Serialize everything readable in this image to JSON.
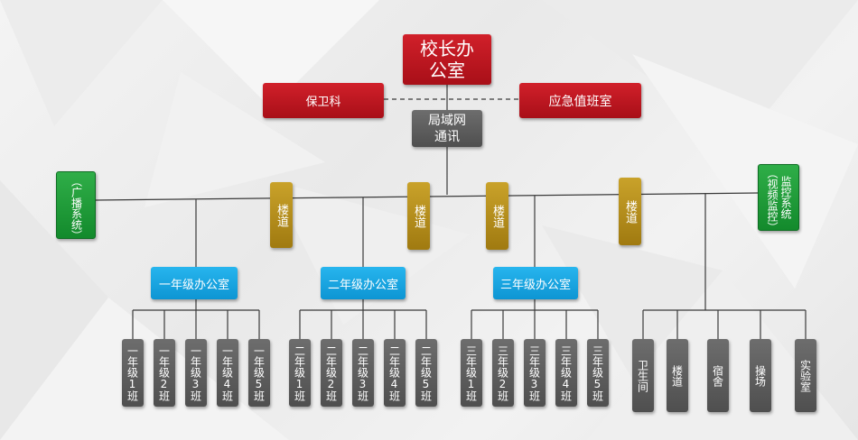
{
  "principal": "校长办公室",
  "security": "保卫科",
  "duty": "应急值班室",
  "network": "局域网通讯",
  "broadcast": "（广播系统）",
  "monitor": "监控系统（视频监控）",
  "stair": "楼道",
  "offices": [
    "一年级办公室",
    "二年级办公室",
    "三年级办公室"
  ],
  "classes": [
    [
      "一年级1班",
      "一年级2班",
      "一年级3班",
      "一年级4班",
      "一年级5班"
    ],
    [
      "二年级1班",
      "二年级2班",
      "二年级3班",
      "二年级4班",
      "二年级5班"
    ],
    [
      "三年级1班",
      "三年级2班",
      "三年级3班",
      "三年级4班",
      "三年级5班"
    ]
  ],
  "facilities": [
    "卫生间",
    "楼道",
    "宿舍",
    "操场",
    "实验室"
  ],
  "colors": {
    "red": "#c41a23",
    "gray": "#5e5e5e",
    "gold": "#b88f1c",
    "green": "#1f9c3a",
    "cyan": "#1aa6e4",
    "line": "#3a3a3a"
  }
}
